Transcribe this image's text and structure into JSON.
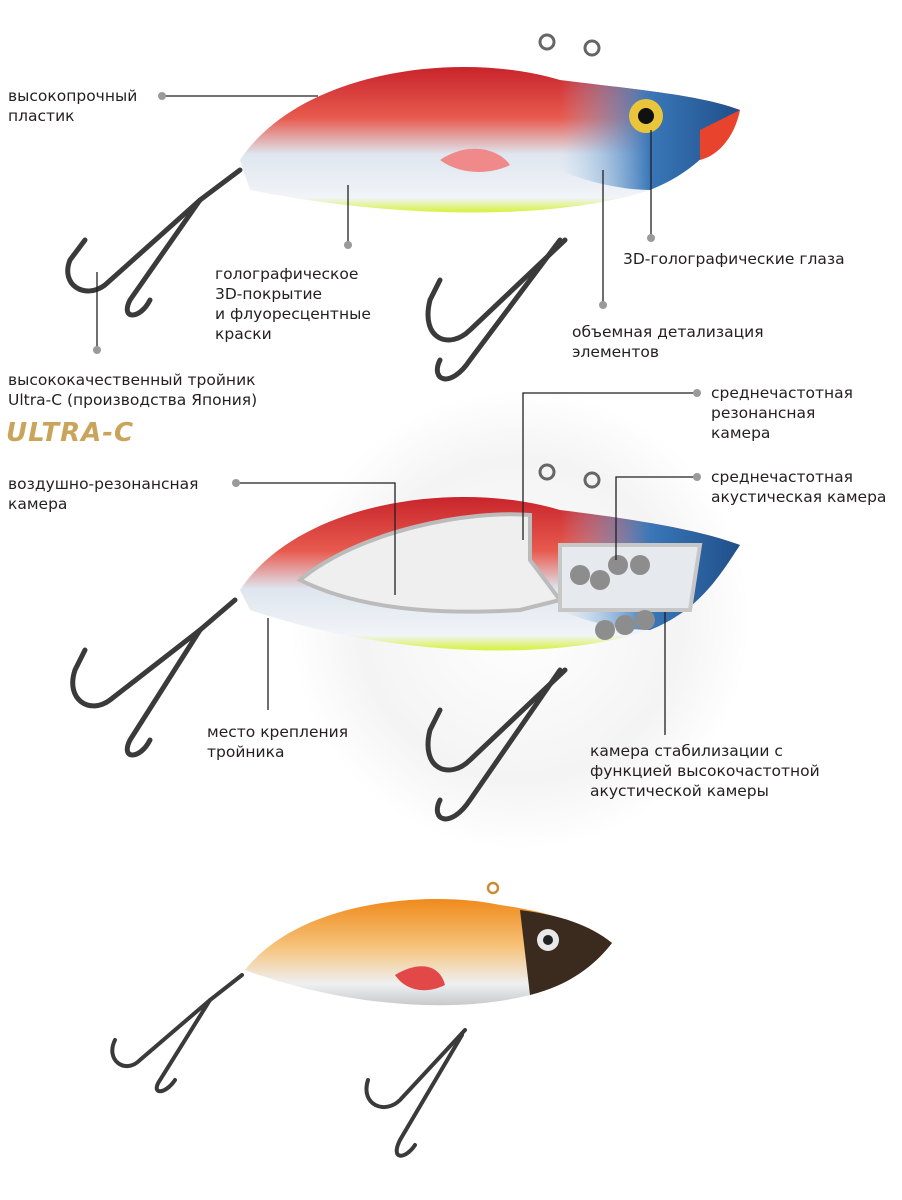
{
  "labels": {
    "plastic": [
      "высокопрочный",
      "пластик"
    ],
    "coating": [
      "голографическое",
      "3D-покрытие",
      "и флуоресцентные",
      "краски"
    ],
    "eyes": [
      "3D-голографические глаза"
    ],
    "detail": [
      "объемная детализация",
      "элементов"
    ],
    "hook": [
      "высококачественный тройник",
      "Ultra-C (производства Япония)"
    ],
    "air_chamber": [
      "воздушно-резонансная",
      "камера"
    ],
    "mid_res": [
      "среднечастотная",
      "резонансная",
      "камера"
    ],
    "mid_acoustic": [
      "среднечастотная",
      "акустическая камера"
    ],
    "hook_mount": [
      "место крепления",
      "тройника"
    ],
    "stabilization": [
      "камера стабилизации с",
      "функцией высокочастотной",
      "акустической камеры"
    ]
  },
  "logo": "ULTRA-C",
  "colors": {
    "logo": "#c9a45a",
    "callout": "#231f20",
    "dot": "#9a9a9a",
    "red": "#d9342b",
    "blue": "#2f6fb0",
    "chartreuse": "#d6f23a",
    "orange": "#f3a23a"
  }
}
